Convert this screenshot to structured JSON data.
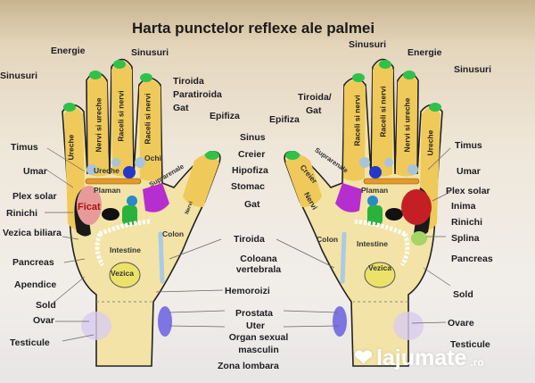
{
  "title": "Harta punctelor reflexe ale palmei",
  "colors": {
    "skin": "#f2dd92",
    "finger": "#efc95a",
    "tip": "#2fc14a",
    "liver": "#e79a9a",
    "heart": "#c51f26",
    "stomach": "#b62ed0",
    "kidney": "#2bb23c",
    "bladder": "#ece26a",
    "genital": "#8f86e6"
  },
  "left_labels": {
    "energie": "Energie",
    "sinusuri_top": "Sinusuri",
    "sinusuri_side": "Sinusuri",
    "tiroida": "Tiroida",
    "paratiroida": "Paratiroida",
    "gat": "Gat",
    "epifiza": "Epifiza",
    "timus": "Timus",
    "umar": "Umar",
    "plex_solar": "Plex solar",
    "rinichi": "Rinichi",
    "vezica_biliara": "Vezica biliara",
    "pancreas": "Pancreas",
    "apendice": "Apendice",
    "sold": "Sold",
    "ovar": "Ovar",
    "testicule": "Testicule"
  },
  "center_labels": {
    "sinus": "Sinus",
    "creier": "Creier",
    "hipofiza": "Hipofiza",
    "stomac": "Stomac",
    "gat": "Gat",
    "tiroida": "Tiroida",
    "coloana": "Coloana",
    "vertebrala": "vertebrala",
    "hemoroizi": "Hemoroizi",
    "prostata": "Prostata",
    "uter": "Uter",
    "organ": "Organ sexual",
    "masculin": "masculin",
    "zona_lombara": "Zona lombara"
  },
  "right_labels": {
    "sinusuri_top": "Sinusuri",
    "energie": "Energie",
    "sinusuri_side": "Sinusuri",
    "tiroida_gat": "Tiroida/",
    "gat": "Gat",
    "epifiza": "Epifiza",
    "timus": "Timus",
    "umar": "Umar",
    "plex_solar": "Plex solar",
    "inima": "Inima",
    "rinichi": "Rinichi",
    "splina": "Splina",
    "pancreas": "Pancreas",
    "sold": "Sold",
    "ovare": "Ovare",
    "testicule": "Testicule"
  },
  "finger_labels": {
    "ureche": "Ureche",
    "nervi_ureche": "Nervi si ureche",
    "raceli_nervi": "Raceli si nervi"
  },
  "inner_labels": {
    "ureche": "Ureche",
    "ochi": "Ochi",
    "plaman": "Plaman",
    "suprarenale": "Suprarenale",
    "ficat": "Ficat",
    "intestine": "Intestine",
    "colon": "Colon",
    "vezica": "Vezica",
    "nervi": "Nervi",
    "creier": "Creier"
  },
  "watermark": {
    "name": "lajumate",
    "tld": ".ro"
  }
}
